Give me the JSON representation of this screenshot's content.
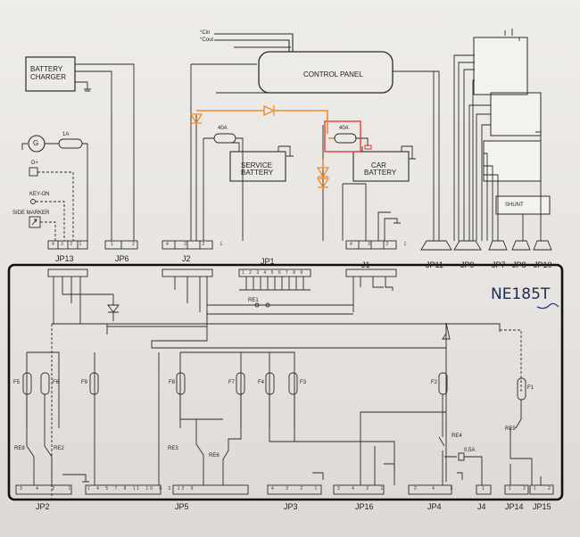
{
  "title": "NE185T",
  "components": {
    "battery_charger": [
      "BATTERY",
      "CHARGER"
    ],
    "control_panel": "CONTROL PANEL",
    "temp_in": "°Cin",
    "temp_out": "°Cout",
    "fuse_main_1": "40A",
    "fuse_main_2": "40A",
    "service_battery": [
      "SERVICE",
      "BATTERY"
    ],
    "car_battery": [
      "CAR",
      "BATTERY"
    ],
    "fuse_gen": "1A",
    "generator": "G",
    "d_plus": "D+",
    "key_on": "KEY-ON",
    "side_marker": "SIDE MARKER",
    "shunt": "SHUNT",
    "fuse_jp4": "0,5A"
  },
  "upper_connectors": [
    {
      "name": "JP13",
      "pins": "4 3 2 1"
    },
    {
      "name": "JP6",
      "pins": "1 2"
    },
    {
      "name": "J2",
      "pins": "4 3 2 1"
    },
    {
      "name": "JP1",
      "pins": "1 2 3 4 5 6 7 8 9"
    },
    {
      "name": "J1",
      "pins": "4 3 2 1"
    },
    {
      "name": "JP11",
      "pins": ""
    },
    {
      "name": "JP9",
      "pins": ""
    },
    {
      "name": "JP7",
      "pins": ""
    },
    {
      "name": "JP8",
      "pins": ""
    },
    {
      "name": "JP10",
      "pins": ""
    }
  ],
  "relays": [
    "RE1",
    "RE8",
    "RE2",
    "RE3",
    "RE6",
    "RE4",
    "RE9"
  ],
  "fuses": [
    "F5",
    "F6",
    "F9",
    "F8",
    "F7",
    "F4",
    "F3",
    "F2",
    "F1"
  ],
  "lower_connectors": [
    {
      "name": "JP2",
      "pins": "3 4 2 1"
    },
    {
      "name": "JP5",
      "pins": "1 4 5 7 8 11 10 6 2 12 9"
    },
    {
      "name": "JP3",
      "pins": "4 3 2 1"
    },
    {
      "name": "JP16",
      "pins": "3 4 2 1"
    },
    {
      "name": "JP4",
      "pins": "2 4 3"
    },
    {
      "name": "J4",
      "pins": "1"
    },
    {
      "name": "JP14",
      "pins": "1 2"
    },
    {
      "name": "JP15",
      "pins": "1 2"
    }
  ]
}
